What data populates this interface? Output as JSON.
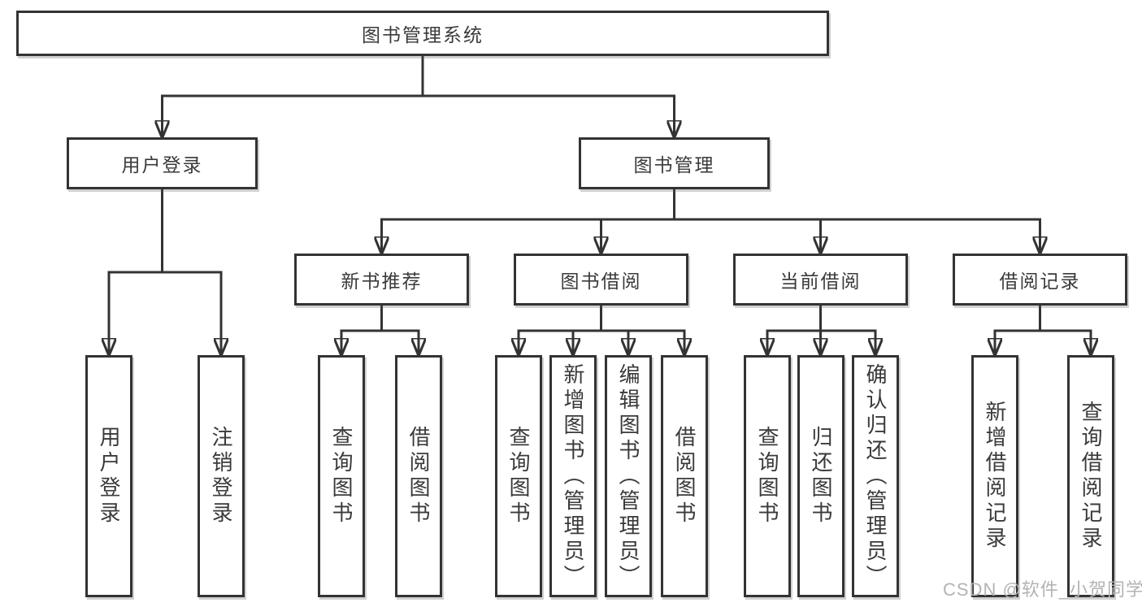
{
  "tree": {
    "root": {
      "label": "图书管理系统"
    },
    "branches": [
      {
        "label": "用户登录",
        "leaves": [
          {
            "label": "用户登录"
          },
          {
            "label": "注销登录"
          }
        ]
      },
      {
        "label": "图书管理",
        "groups": [
          {
            "label": "新书推荐",
            "leaves": [
              {
                "label": "查询图书"
              },
              {
                "label": "借阅图书"
              }
            ]
          },
          {
            "label": "图书借阅",
            "leaves": [
              {
                "label": "查询图书"
              },
              {
                "label": "新增图书（管理员）"
              },
              {
                "label": "编辑图书（管理员）"
              },
              {
                "label": "借阅图书"
              }
            ]
          },
          {
            "label": "当前借阅",
            "leaves": [
              {
                "label": "查询图书"
              },
              {
                "label": "归还图书"
              },
              {
                "label": "确认归还（管理员）"
              }
            ]
          },
          {
            "label": "借阅记录",
            "leaves": [
              {
                "label": "新增借阅记录"
              },
              {
                "label": "查询借阅记录"
              }
            ]
          }
        ]
      }
    ]
  },
  "watermark": {
    "text": "CSDN @软件_小贺同学"
  },
  "colors": {
    "line": "#333333",
    "box_border": "#333333",
    "text": "#3a3a3a",
    "watermark": "#b3b3b3",
    "background": "#ffffff"
  }
}
